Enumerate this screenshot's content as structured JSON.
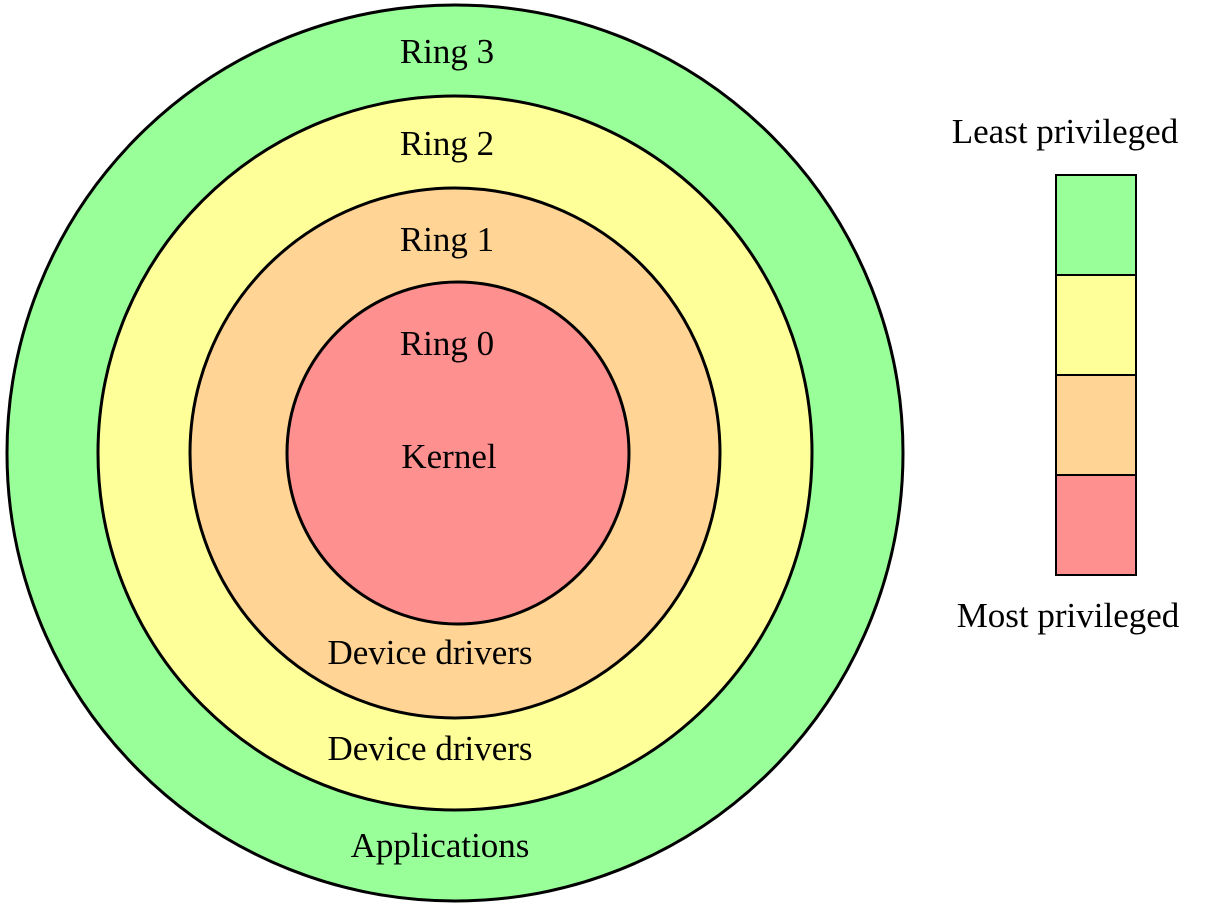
{
  "diagram": {
    "rings": [
      {
        "key": "ring3",
        "label": "Ring 3",
        "content": "Applications",
        "color": "#99FF99"
      },
      {
        "key": "ring2",
        "label": "Ring 2",
        "content": "Device drivers",
        "color": "#FFFF99"
      },
      {
        "key": "ring1",
        "label": "Ring 1",
        "content": "Device drivers",
        "color": "#FFD494"
      },
      {
        "key": "ring0",
        "label": "Ring 0",
        "content": "Kernel",
        "color": "#FF9090"
      }
    ],
    "legend": {
      "top_label": "Least privileged",
      "bottom_label": "Most privileged"
    }
  }
}
